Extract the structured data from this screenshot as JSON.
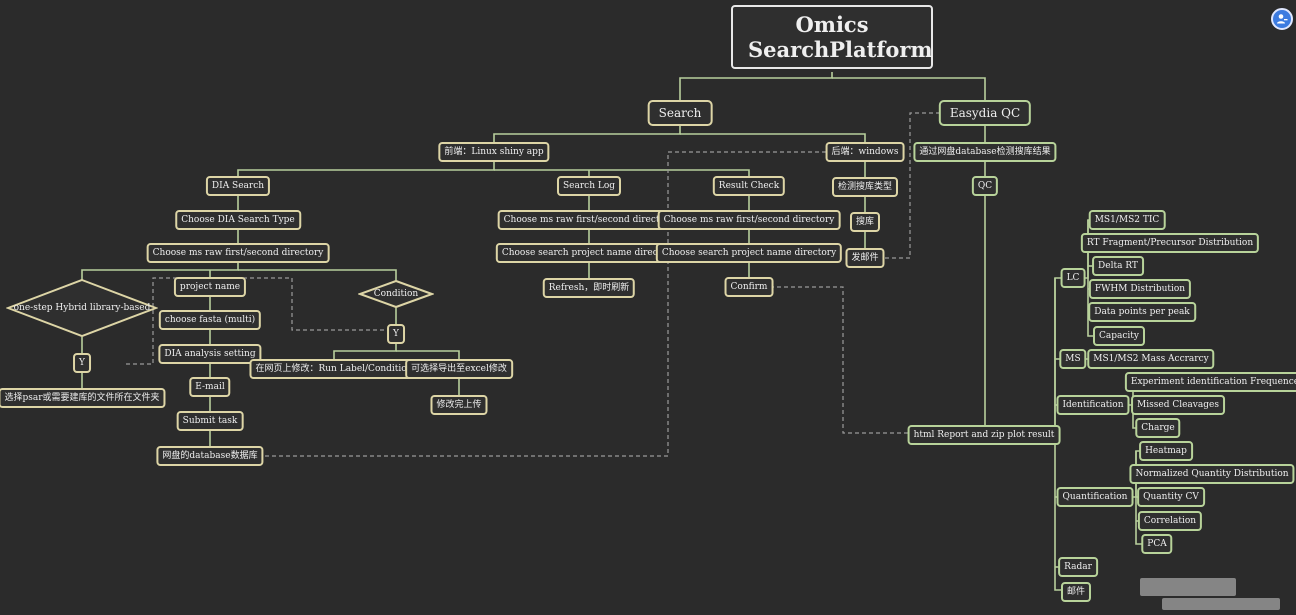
{
  "root": {
    "line1": "Omics",
    "line2": "SearchPlatform"
  },
  "search": {
    "label": "Search",
    "frontend": "前端：Linux shiny app",
    "backend": "后端：windows",
    "dia": {
      "label": "DIA Search",
      "type": "Choose DIA Search Type",
      "raw": "Choose ms raw first/second directory",
      "hybrid": "one-step Hybrid library-based",
      "hybrid_y": "Y",
      "hybrid_y_child": "选择psar或需要建库的文件所在文件夹",
      "project": "project name",
      "fasta": "choose fasta (multi)",
      "setting": "DIA analysis setting",
      "email": "E-mail",
      "submit": "Submit task",
      "netdisk": "网盘的database数据库",
      "condition": "Condition",
      "condition_y": "Y",
      "modify_web": "在网页上修改：Run Label/Condition",
      "export_excel": "可选择导出至excel修改",
      "upload": "修改完上传"
    },
    "log": {
      "label": "Search Log",
      "raw": "Choose ms raw first/second directory",
      "project": "Choose search project name directory",
      "refresh": "Refresh，即时刷新"
    },
    "check": {
      "label": "Result Check",
      "raw": "Choose ms raw first/second directory",
      "project": "Choose search project name directory",
      "confirm": "Confirm"
    },
    "win": {
      "detect": "检测搜库类型",
      "search": "搜库",
      "mail": "发邮件"
    }
  },
  "qc": {
    "label": "Easydia QC",
    "detect": "通过网盘database检测搜库结果",
    "qc": "QC",
    "report": "html Report and zip plot result",
    "lc": "LC",
    "lc_items": [
      "MS1/MS2 TIC",
      "RT Fragment/Precursor Distribution",
      "Delta RT",
      "FWHM Distribution",
      "Data points per peak",
      "Capacity"
    ],
    "ms": "MS",
    "ms_items": [
      "MS1/MS2 Mass Accrarcy"
    ],
    "identification": "Identification",
    "id_items": [
      "Experiment identification Frequence",
      "Missed Cleavages",
      "Charge"
    ],
    "quantification": "Quantification",
    "quant_items": [
      "Heatmap",
      "Normalized Quantity Distribution",
      "Quantity CV",
      "Correlation",
      "PCA"
    ],
    "radar": "Radar",
    "mail": "邮件"
  },
  "colors": {
    "background": "#2b2b2b",
    "left_border": "#ddd5a6",
    "right_border": "#b8d39a",
    "connector": "#b8cf9c",
    "corner_icon": "#3c7be0"
  },
  "icons": {
    "corner": "user-share-icon"
  }
}
